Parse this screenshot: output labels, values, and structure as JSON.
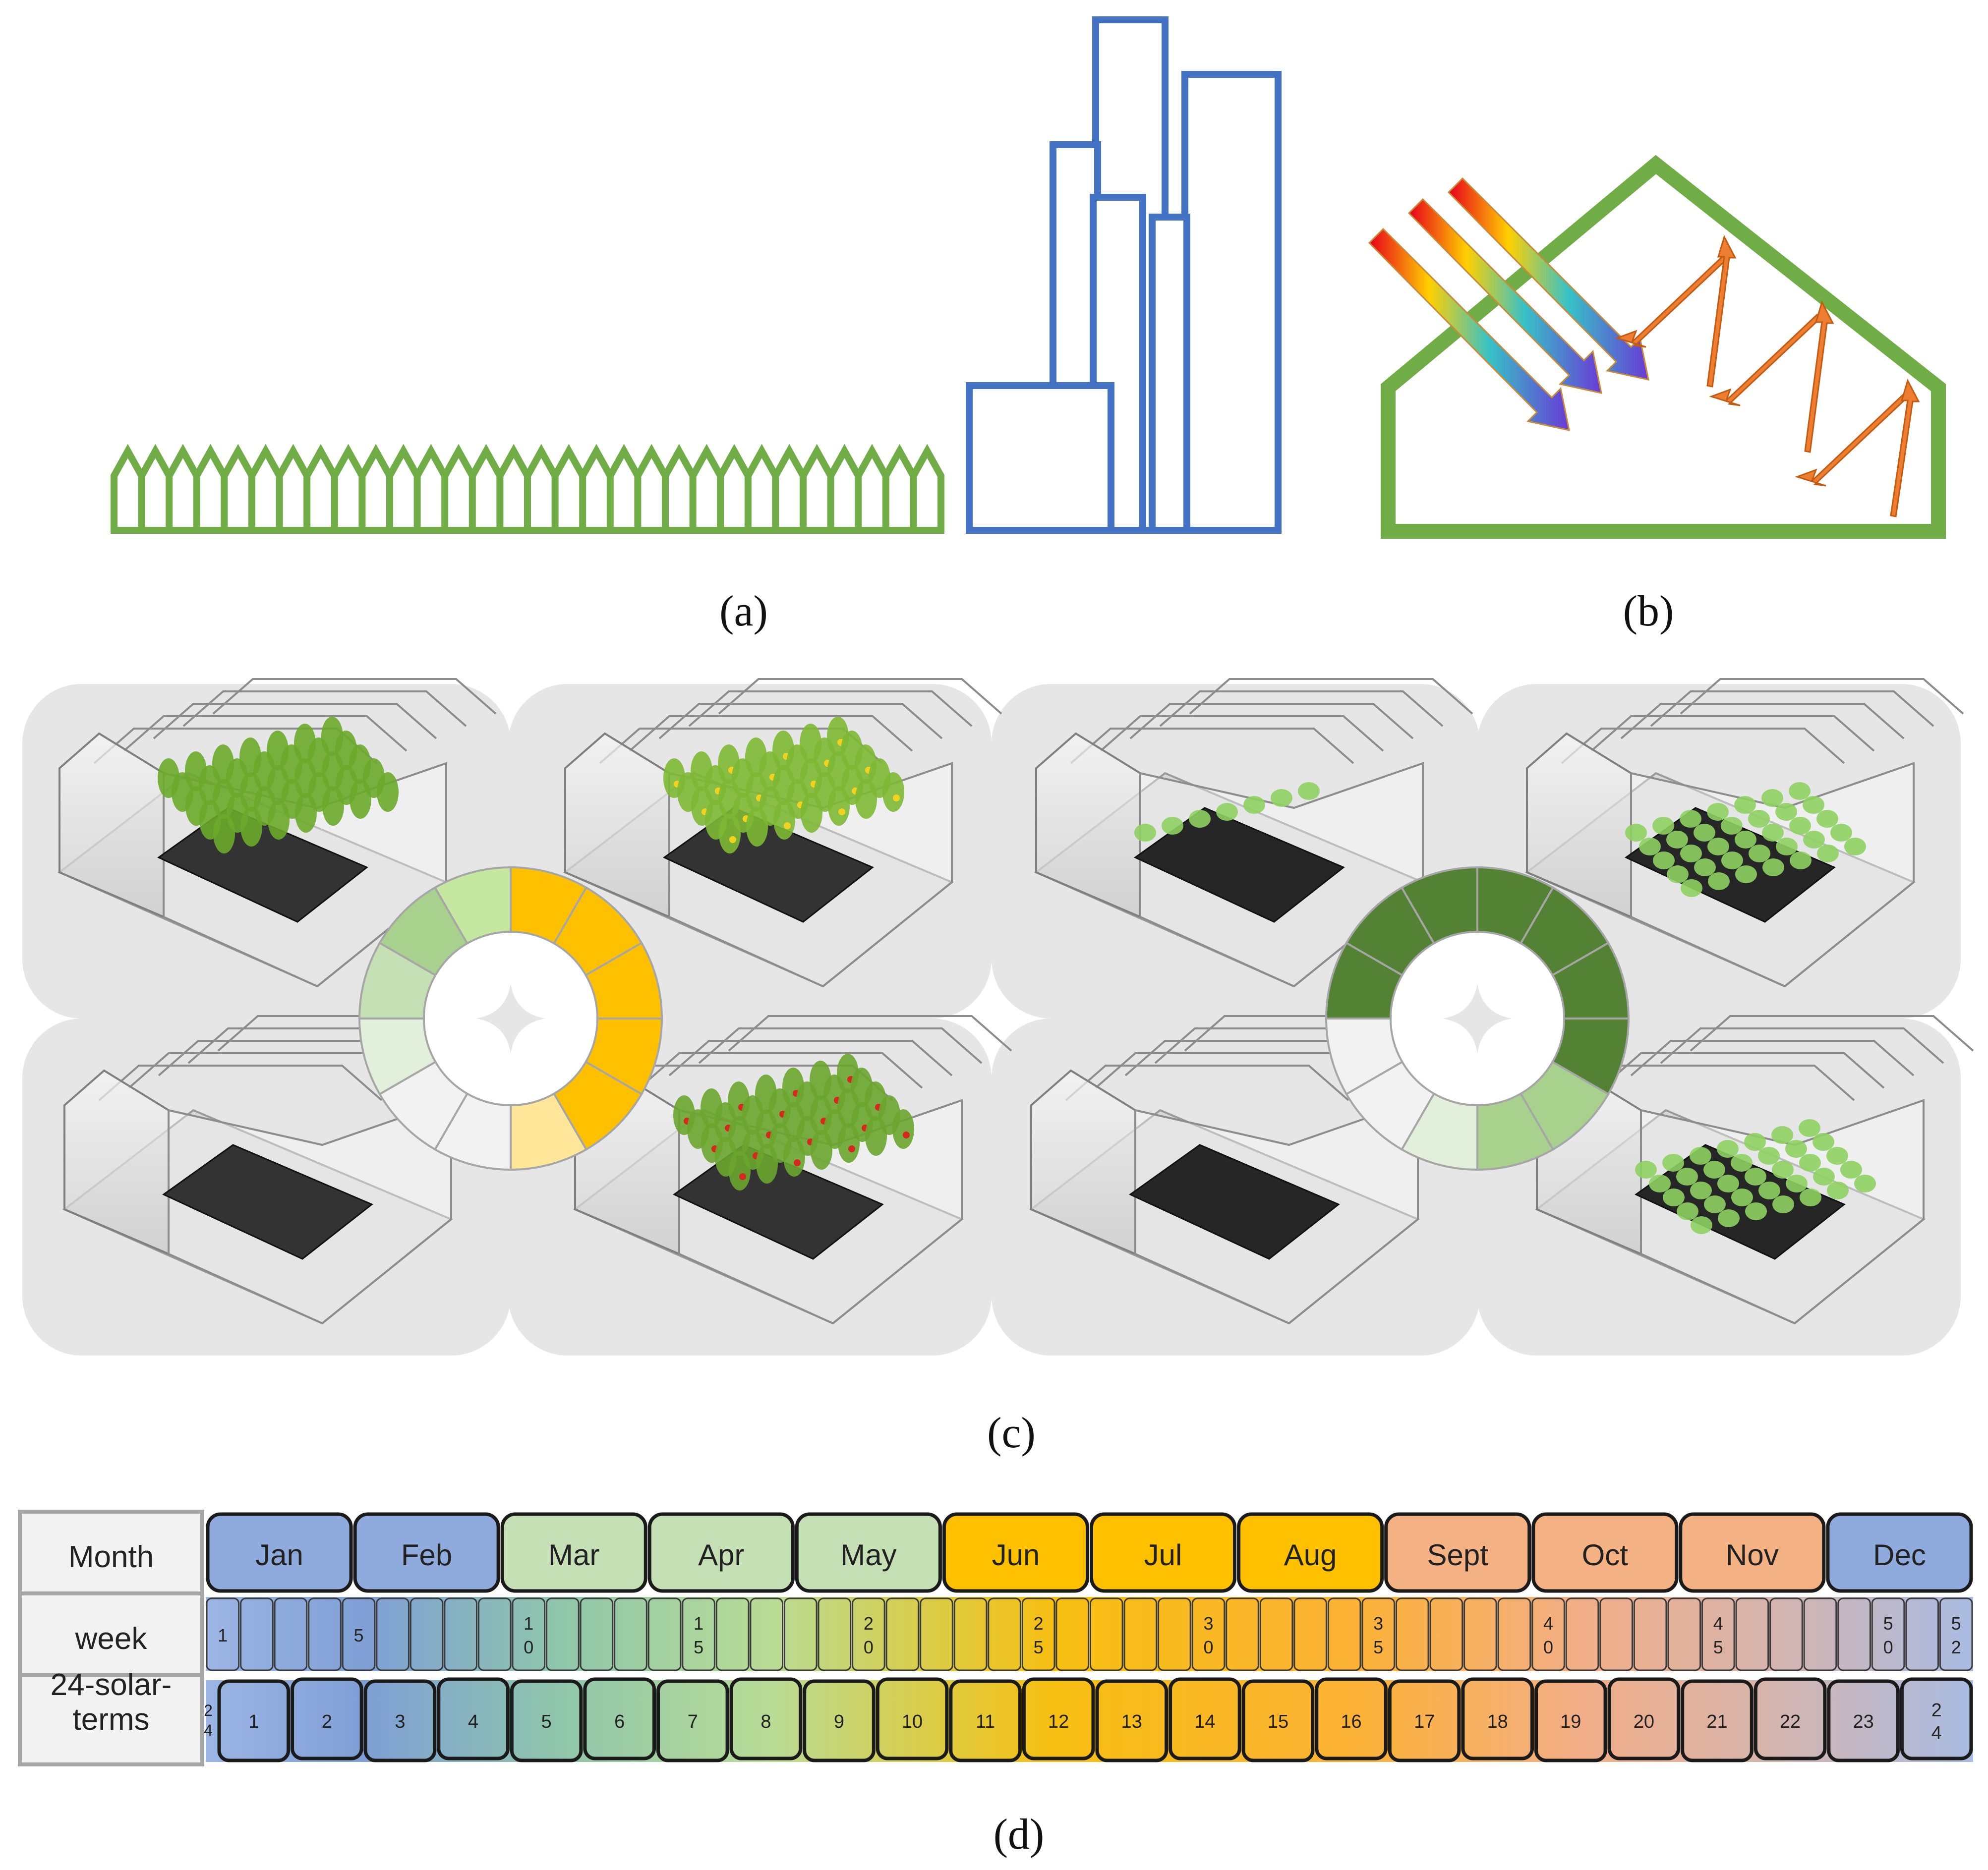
{
  "captions": {
    "a": "(a)",
    "b": "(b)",
    "c": "(c)",
    "d": "(d)"
  },
  "colors": {
    "greenhouse_outline": "#70ad47",
    "building_outline": "#4472c4",
    "reflected_arrow": "#ed7d31",
    "tomato_ring_fruiting": "#ffc000",
    "tomato_ring_light": "#ffe699",
    "lettuce_ring_dark": "#548235",
    "lettuce_ring_mid": "#a9d18e",
    "lettuce_ring_light": "#e2efda",
    "panel_bg": "#e6e6e6"
  },
  "panel_c": {
    "tomato_wheel_segments": [
      "#ffc000",
      "#ffc000",
      "#ffc000",
      "#ffc000",
      "#ffc000",
      "#ffe699",
      "#f2f2f2",
      "#f2f2f2",
      "#e2efda",
      "#c5e0b4",
      "#a9d18e",
      "#c5e8a0"
    ],
    "lettuce_wheel_segments": [
      "#548235",
      "#548235",
      "#548235",
      "#548235",
      "#a9d18e",
      "#a9d18e",
      "#e2efda",
      "#f2f2f2",
      "#f2f2f2",
      "#548235",
      "#548235",
      "#548235"
    ]
  },
  "calendar": {
    "row_labels": {
      "month": "Month",
      "week": "week",
      "solar": "24-solar-\nterms"
    },
    "months": [
      {
        "label": "Jan",
        "color": "#8faadc"
      },
      {
        "label": "Feb",
        "color": "#8faadc"
      },
      {
        "label": "Mar",
        "color": "#c5e0b4"
      },
      {
        "label": "Apr",
        "color": "#c5e0b4"
      },
      {
        "label": "May",
        "color": "#c5e0b4"
      },
      {
        "label": "Jun",
        "color": "#ffc000"
      },
      {
        "label": "Jul",
        "color": "#ffc000"
      },
      {
        "label": "Aug",
        "color": "#ffc000"
      },
      {
        "label": "Sept",
        "color": "#f4b183"
      },
      {
        "label": "Oct",
        "color": "#f4b183"
      },
      {
        "label": "Nov",
        "color": "#f4b183"
      },
      {
        "label": "Dec",
        "color": "#8faadc"
      }
    ],
    "week_count": 52,
    "week_labels": {
      "1": "1",
      "5": "5",
      "10": "1\n0",
      "15": "1\n5",
      "20": "2\n0",
      "25": "2\n5",
      "30": "3\n0",
      "35": "3\n5",
      "40": "4\n0",
      "45": "4\n5",
      "50": "5\n0",
      "52": "5\n2"
    },
    "solar_terms": [
      "1",
      "2",
      "3",
      "4",
      "5",
      "6",
      "7",
      "8",
      "9",
      "10",
      "11",
      "12",
      "13",
      "14",
      "15",
      "16",
      "17",
      "18",
      "19",
      "20",
      "21",
      "22",
      "23",
      "2\n4"
    ],
    "solar_leading_label": "2\n4"
  }
}
